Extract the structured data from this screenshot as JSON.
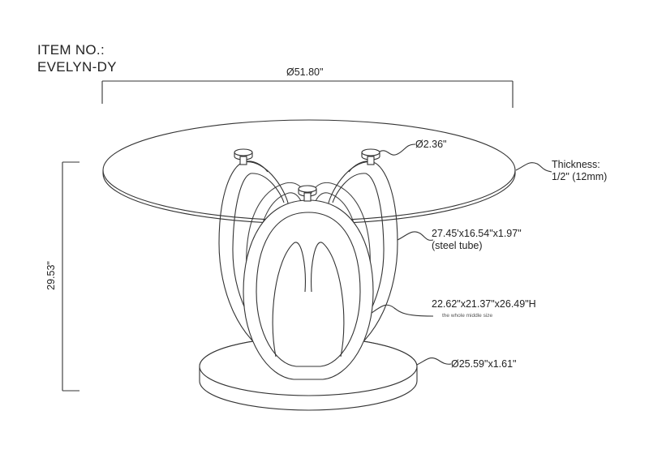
{
  "item": {
    "label": "ITEM NO.:",
    "number": "EVELYN-DY"
  },
  "dimensions": {
    "top_diameter": "Ø51.80\"",
    "connector_diameter": "Ø2.36\"",
    "thickness_label": "Thickness:",
    "thickness_value": "1/2\" (12mm)",
    "tube_size": "27.45'x16.54\"x1.97\"",
    "tube_material": "(steel tube)",
    "middle_size": "22.62\"x21.37\"x26.49\"H",
    "middle_note": "the whole middle size",
    "base_size": "Ø25.59\"x1.61\"",
    "height": "29.53\""
  }
}
